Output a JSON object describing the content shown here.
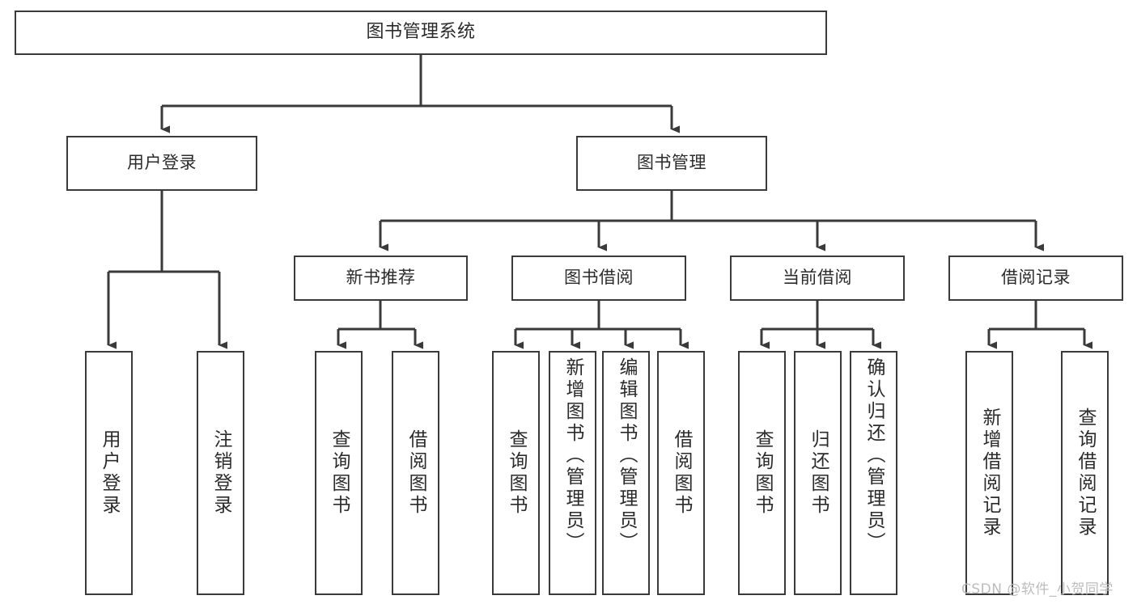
{
  "diagram": {
    "type": "tree",
    "title": "图书管理系统",
    "stroke_color": "#3a3a3a",
    "text_color": "#2b2b2b",
    "background_color": "#ffffff",
    "root": {
      "id": "root",
      "label": "图书管理系统"
    },
    "level2": [
      {
        "id": "user-login",
        "label": "用户登录"
      },
      {
        "id": "book-manage",
        "label": "图书管理"
      }
    ],
    "level3": [
      {
        "id": "new-book-rec",
        "label": "新书推荐",
        "parent": "book-manage"
      },
      {
        "id": "book-borrow",
        "label": "图书借阅",
        "parent": "book-manage"
      },
      {
        "id": "current-borrow",
        "label": "当前借阅",
        "parent": "book-manage"
      },
      {
        "id": "borrow-record",
        "label": "借阅记录",
        "parent": "book-manage"
      }
    ],
    "leaves": [
      {
        "id": "leaf-user-login",
        "label": "用户登录",
        "parent": "user-login"
      },
      {
        "id": "leaf-logout",
        "label": "注销登录",
        "parent": "user-login"
      },
      {
        "id": "leaf-query-book-1",
        "label": "查询图书",
        "parent": "new-book-rec"
      },
      {
        "id": "leaf-borrow-book-1",
        "label": "借阅图书",
        "parent": "new-book-rec"
      },
      {
        "id": "leaf-query-book-2",
        "label": "查询图书",
        "parent": "book-borrow"
      },
      {
        "id": "leaf-add-book",
        "label": "新增图书（管理员）",
        "parent": "book-borrow"
      },
      {
        "id": "leaf-edit-book",
        "label": "编辑图书（管理员）",
        "parent": "book-borrow"
      },
      {
        "id": "leaf-borrow-book-2",
        "label": "借阅图书",
        "parent": "book-borrow"
      },
      {
        "id": "leaf-query-book-3",
        "label": "查询图书",
        "parent": "current-borrow"
      },
      {
        "id": "leaf-return-book",
        "label": "归还图书",
        "parent": "current-borrow"
      },
      {
        "id": "leaf-confirm-return",
        "label": "确认归还（管理员）",
        "parent": "current-borrow"
      },
      {
        "id": "leaf-add-record",
        "label": "新增借阅记录",
        "parent": "borrow-record"
      },
      {
        "id": "leaf-query-record",
        "label": "查询借阅记录",
        "parent": "borrow-record"
      }
    ]
  },
  "watermark": {
    "text": "CSDN @软件_小贺同学"
  }
}
